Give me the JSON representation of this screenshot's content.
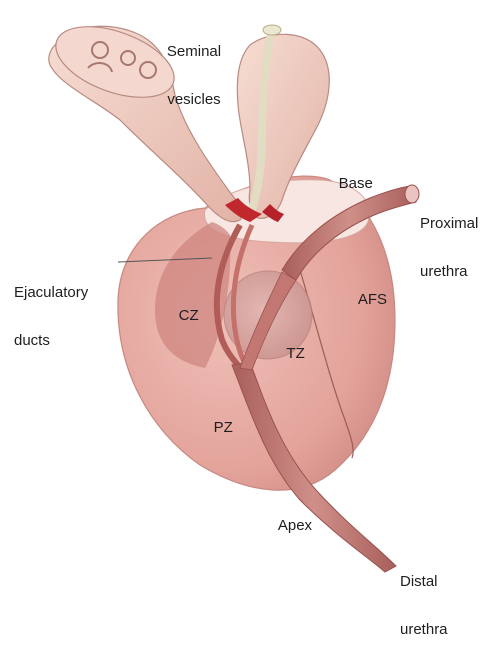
{
  "labels": {
    "seminal_vesicles": [
      "Seminal",
      "vesicles"
    ],
    "base": "Base",
    "proximal_urethra": [
      "Proximal",
      "urethra"
    ],
    "ejaculatory_ducts": [
      "Ejaculatory",
      "ducts"
    ],
    "cz": "CZ",
    "afs": "AFS",
    "tz": "TZ",
    "pz": "PZ",
    "apex": "Apex",
    "distal_urethra": [
      "Distal",
      "urethra"
    ]
  },
  "colors": {
    "gland_outer": "#e6aaa2",
    "gland_mid": "#d98f88",
    "central_zone": "#c77a74",
    "transition_zone": "#d3a39f",
    "urethra": "#b76e69",
    "vesicles": "#efc9bd",
    "duct_red": "#c0282e",
    "base_opening": "#f7e6e1"
  }
}
